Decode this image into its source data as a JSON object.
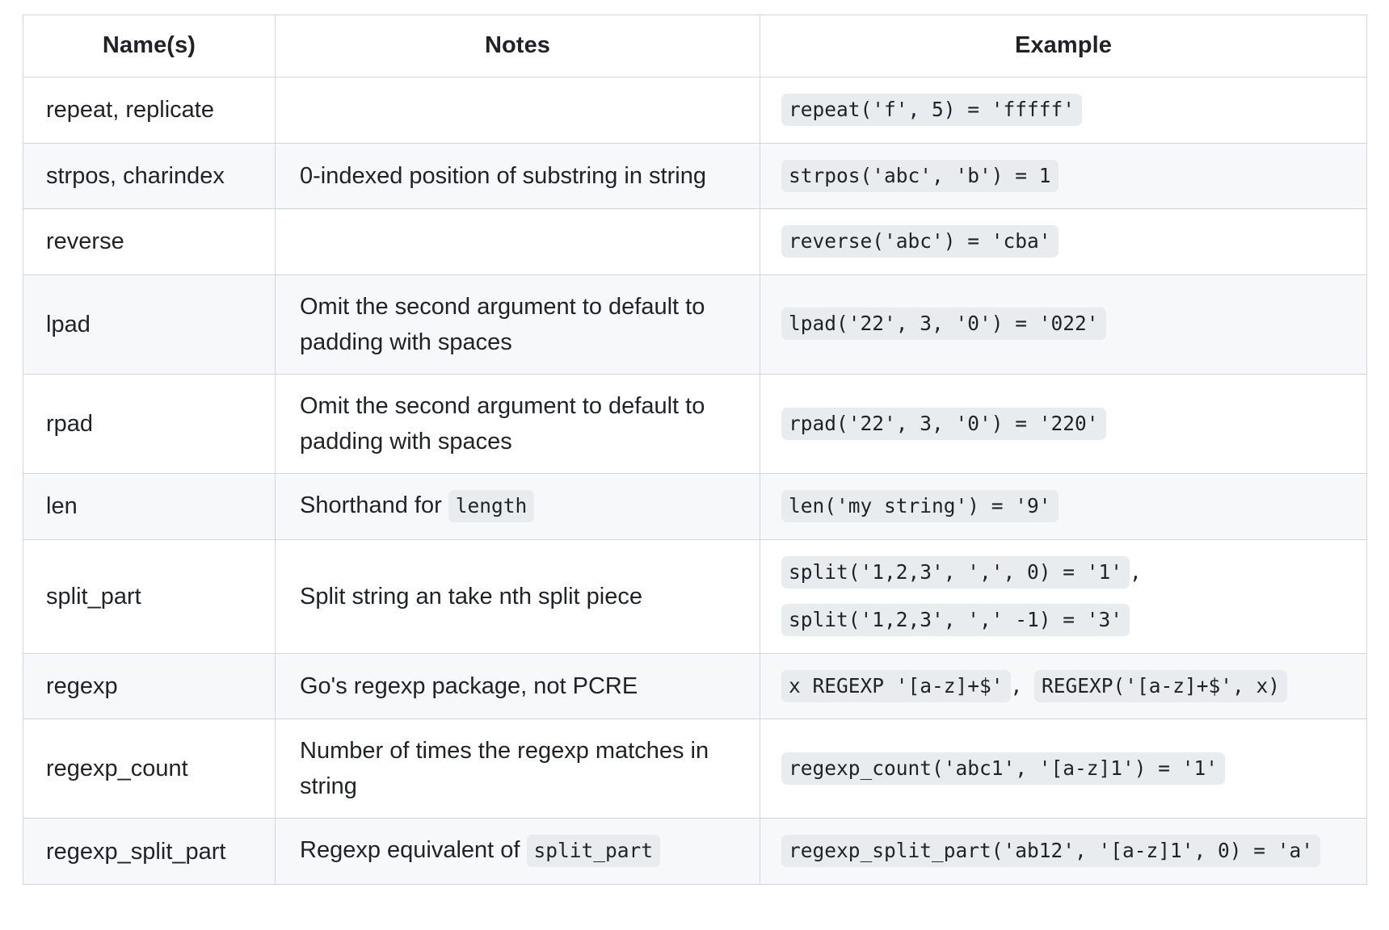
{
  "table": {
    "headers": [
      "Name(s)",
      "Notes",
      "Example"
    ],
    "rows": [
      {
        "name": "repeat, replicate",
        "notes_text": "",
        "notes_code": "",
        "examples": [
          {
            "code": "repeat('f', 5) = 'fffff'",
            "trailing": ""
          }
        ]
      },
      {
        "name": "strpos, charindex",
        "notes_text": "0-indexed position of substring in string",
        "notes_code": "",
        "examples": [
          {
            "code": "strpos('abc', 'b') = 1",
            "trailing": ""
          }
        ]
      },
      {
        "name": "reverse",
        "notes_text": "",
        "notes_code": "",
        "examples": [
          {
            "code": "reverse('abc') = 'cba'",
            "trailing": ""
          }
        ]
      },
      {
        "name": "lpad",
        "notes_text": "Omit the second argument to default to padding with spaces",
        "notes_code": "",
        "examples": [
          {
            "code": "lpad('22', 3, '0') = '022'",
            "trailing": ""
          }
        ]
      },
      {
        "name": "rpad",
        "notes_text": "Omit the second argument to default to padding with spaces",
        "notes_code": "",
        "examples": [
          {
            "code": "rpad('22', 3, '0') = '220'",
            "trailing": ""
          }
        ]
      },
      {
        "name": "len",
        "notes_text": "Shorthand for ",
        "notes_code": "length",
        "examples": [
          {
            "code": "len('my string') = '9'",
            "trailing": ""
          }
        ]
      },
      {
        "name": "split_part",
        "notes_text": "Split string an take nth split piece",
        "notes_code": "",
        "examples": [
          {
            "code": "split('1,2,3', ',', 0) = '1'",
            "trailing": ","
          },
          {
            "code": "split('1,2,3', ',' -1) = '3'",
            "trailing": ""
          }
        ]
      },
      {
        "name": "regexp",
        "notes_text": "Go's regexp package, not PCRE",
        "notes_code": "",
        "examples": [
          {
            "code": "x REGEXP '[a-z]+$'",
            "trailing": ","
          },
          {
            "code": "REGEXP('[a-z]+$', x)",
            "trailing": ""
          }
        ],
        "examples_inline": true
      },
      {
        "name": "regexp_count",
        "notes_text": "Number of times the regexp matches in string",
        "notes_code": "",
        "examples": [
          {
            "code": "regexp_count('abc1', '[a-z]1') = '1'",
            "trailing": ""
          }
        ]
      },
      {
        "name": "regexp_split_part",
        "notes_text": "Regexp equivalent of ",
        "notes_code": "split_part",
        "examples": [
          {
            "code": "regexp_split_part('ab12', '[a-z]1', 0) = 'a'",
            "trailing": ""
          }
        ]
      }
    ]
  },
  "colors": {
    "border": "#d0d7de",
    "stripe": "#f6f8fa",
    "code_bg": "#e9ecef",
    "text": "#1f2328",
    "page_bg": "#ffffff"
  }
}
